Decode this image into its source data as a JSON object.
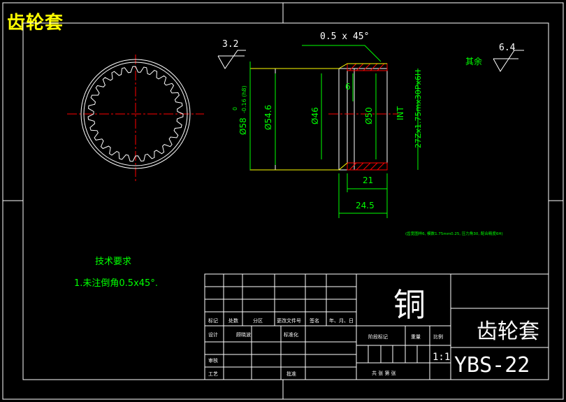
{
  "drawing": {
    "top_title": "齿轮套",
    "material": "铜",
    "part_name": "齿轮套",
    "drawing_number": "YBS-22",
    "scale": "1:1"
  },
  "annotations": {
    "roughness_left": "3.2",
    "roughness_right": "6.4",
    "roughness_rest_label": "其余",
    "chamfer": "0.5 x 45°",
    "dim_58": "Ø58",
    "dim_58_tol_upper": "0",
    "dim_58_tol_lower": "-0.16 (h8)",
    "dim_54_6": "Ø54.6",
    "dim_46": "Ø46",
    "dim_50": "Ø50",
    "dim_6": "6",
    "dim_21": "21",
    "dim_24_5": "24.5",
    "spline_int": "INT",
    "spline_spec": "27Zx1.75mx30Px6H",
    "spline_note": "(齿宽图样6, 模数1.75mm0.25, 压力角30, 配合精度6H)"
  },
  "tech_requirements": {
    "heading": "技术要求",
    "item1": "1.未注倒角0.5x45°."
  },
  "title_block": {
    "row_labels": [
      "标记",
      "处数",
      "分区",
      "更改文件号",
      "签名",
      "年、月、日"
    ],
    "design": "设计",
    "designer": "顾晓波",
    "standardize": "标准化",
    "review": "审核",
    "process": "工艺",
    "approve": "批准",
    "stage_mark": "阶段标记",
    "weight": "重量",
    "scale_label": "比例",
    "sheets": "共  张  第  张"
  }
}
